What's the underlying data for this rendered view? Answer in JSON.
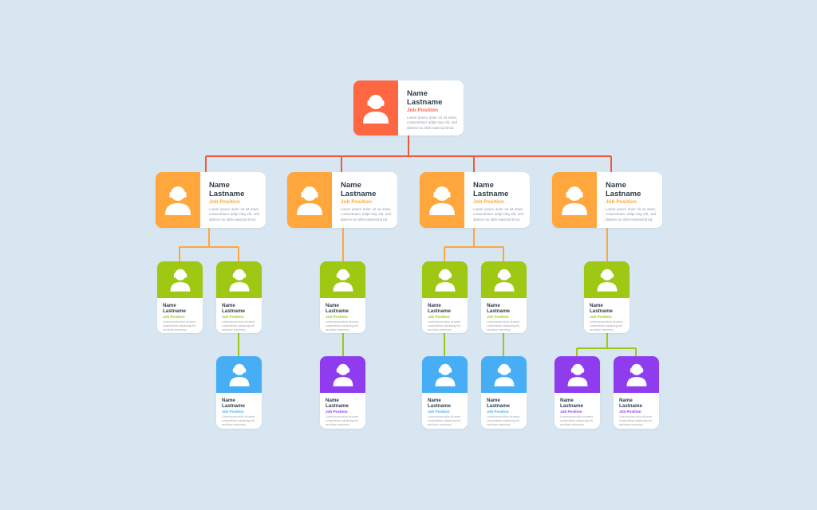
{
  "colors": {
    "background": "#d7e6f1",
    "level1": "#ff6642",
    "level2": "#ffa73c",
    "level3": "#9ec813",
    "level4_blue": "#47aef5",
    "level4_purple": "#8f3cef",
    "line_top": "#f05a3c",
    "line_mid": "#ffa73c",
    "line_low": "#9ec813"
  },
  "icon": "person-icon",
  "chart": {
    "ceo": {
      "name": "Name\nLastname",
      "job": "Job Position",
      "desc": "Lorem ipsum dolor sit sit amet, consectetuer adipi-cing elit, sed diamno nu nibh euismod tincd."
    },
    "managers": [
      {
        "name": "Name\nLastname",
        "job": "Job Position",
        "desc": "Lorem ipsum dolor sit sit amet, consectetuer adipi-cing elit, sed diamno nu nibh euismod tincd."
      },
      {
        "name": "Name\nLastname",
        "job": "Job Position",
        "desc": "Lorem ipsum dolor sit sit amet, consectetuer adipi-cing elit, sed diamno nu nibh euismod tincd."
      },
      {
        "name": "Name\nLastname",
        "job": "Job Position",
        "desc": "Lorem ipsum dolor sit sit amet, consectetuer adipi-cing elit, sed diamno nu nibh euismod tincd."
      },
      {
        "name": "Name\nLastname",
        "job": "Job Position",
        "desc": "Lorem ipsum dolor sit sit amet, consectetuer adipi-cing elit, sed diamno nu nibh euismod tincd."
      }
    ],
    "staff": [
      {
        "name": "Name\nLastname",
        "job": "Job Position",
        "desc": "Lorem ipsum dolor sit amet, consectetuer adipiscing elit, sed diam nonummy"
      },
      {
        "name": "Name\nLastname",
        "job": "Job Position",
        "desc": "Lorem ipsum dolor sit amet, consectetuer adipiscing elit, sed diam nonummy"
      },
      {
        "name": "Name\nLastname",
        "job": "Job Position",
        "desc": "Lorem ipsum dolor sit amet, consectetuer adipiscing elit, sed diam nonummy"
      },
      {
        "name": "Name\nLastname",
        "job": "Job Position",
        "desc": "Lorem ipsum dolor sit amet, consectetuer adipiscing elit, sed diam nonummy"
      },
      {
        "name": "Name\nLastname",
        "job": "Job Position",
        "desc": "Lorem ipsum dolor sit amet, consectetuer adipiscing elit, sed diam nonummy"
      },
      {
        "name": "Name\nLastname",
        "job": "Job Position",
        "desc": "Lorem ipsum dolor sit amet, consectetuer adipiscing elit, sed diam nonummy"
      }
    ],
    "juniors": [
      {
        "name": "Name\nLastname",
        "job": "Job Position",
        "desc": "Lorem ipsum dolor sit amet, consectetuer adipiscing elit, sed diam nonummy"
      },
      {
        "name": "Name\nLastname",
        "job": "Job Position",
        "desc": "Lorem ipsum dolor sit amet, consectetuer adipiscing elit, sed diam nonummy"
      },
      {
        "name": "Name\nLastname",
        "job": "Job Position",
        "desc": "Lorem ipsum dolor sit amet, consectetuer adipiscing elit, sed diam nonummy"
      },
      {
        "name": "Name\nLastname",
        "job": "Job Position",
        "desc": "Lorem ipsum dolor sit amet, consectetuer adipiscing elit, sed diam nonummy"
      },
      {
        "name": "Name\nLastname",
        "job": "Job Position",
        "desc": "Lorem ipsum dolor sit amet, consectetuer adipiscing elit, sed diam nonummy"
      },
      {
        "name": "Name\nLastname",
        "job": "Job Position",
        "desc": "Lorem ipsum dolor sit amet, consectetuer adipiscing elit, sed diam nonummy"
      }
    ]
  }
}
